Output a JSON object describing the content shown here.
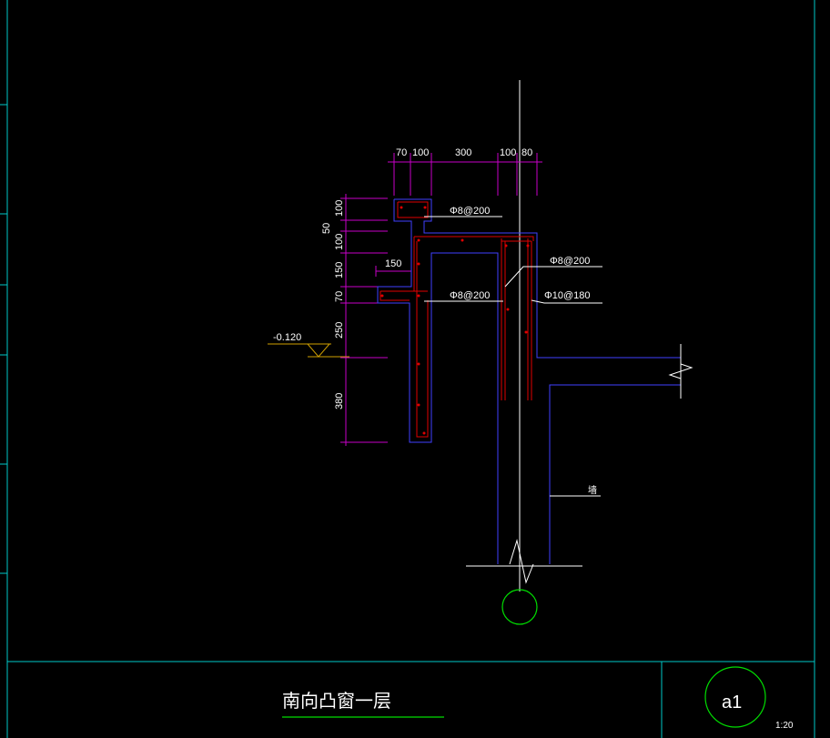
{
  "colors": {
    "background": "#000000",
    "frame": "#00c8c8",
    "outline": "#4040ff",
    "rebar": "#e00000",
    "dimension": "#c800c8",
    "marker": "#00dd00",
    "level": "#d0a000"
  },
  "top_dimensions": [
    "70",
    "100",
    "300",
    "100",
    "80"
  ],
  "left_dimensions": [
    "100",
    "50",
    "100",
    "150",
    "70",
    "250",
    "380"
  ],
  "inner_dimension": "150",
  "level_mark": "-0.120",
  "rebar_labels": [
    "Φ8@200",
    "Φ8@200",
    "Φ8@200",
    "Φ10@180"
  ],
  "wall_label": "墙",
  "title": "南向凸窗一层",
  "detail_id": "a1",
  "scale": "1:20"
}
